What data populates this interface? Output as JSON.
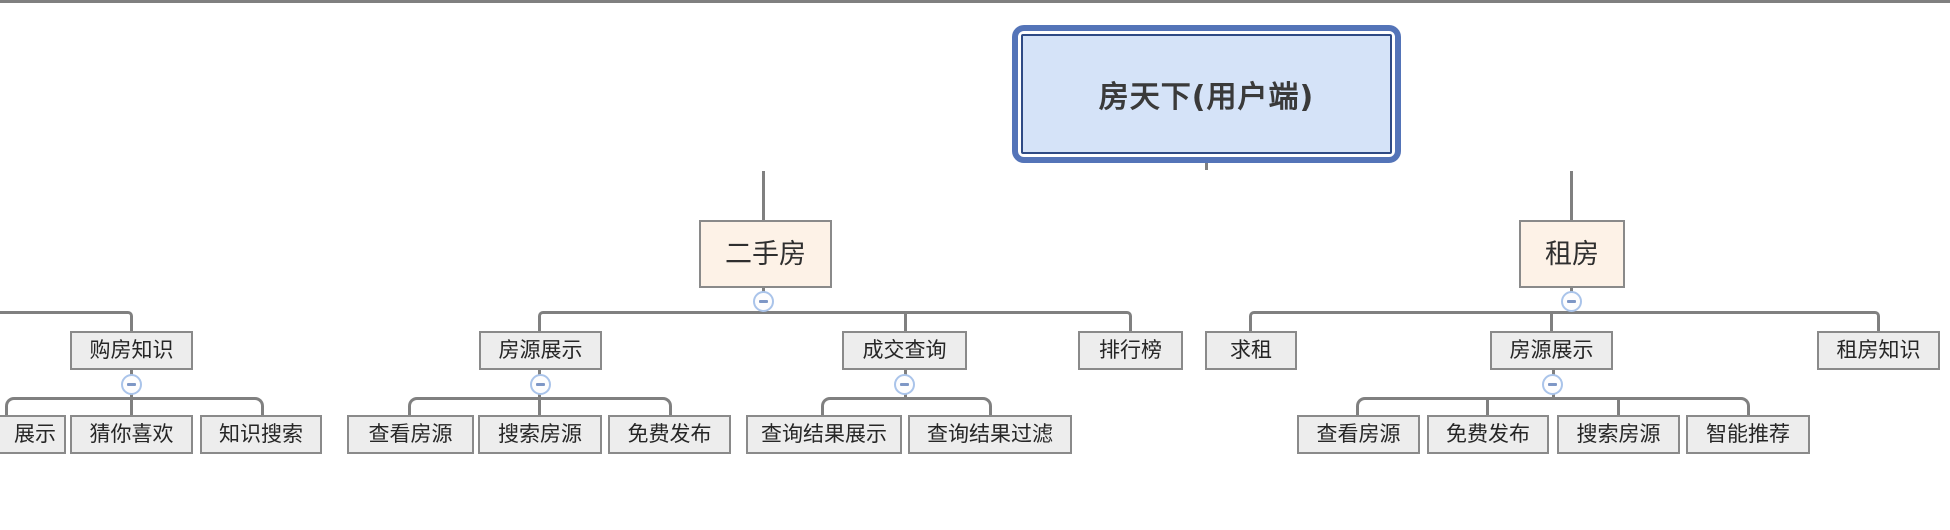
{
  "mindmap": {
    "root": {
      "label": "房天下(用户端)"
    },
    "knowledge": {
      "label": "购房知识",
      "children": [
        "展示",
        "猜你喜欢",
        "知识搜索"
      ]
    },
    "second_hand": {
      "label": "二手房",
      "children": [
        {
          "label": "房源展示",
          "children": [
            "查看房源",
            "搜索房源",
            "免费发布"
          ]
        },
        {
          "label": "成交查询",
          "children": [
            "查询结果展示",
            "查询结果过滤"
          ]
        },
        {
          "label": "排行榜",
          "children": []
        }
      ]
    },
    "rent": {
      "label": "租房",
      "children": [
        {
          "label": "求租",
          "children": []
        },
        {
          "label": "房源展示",
          "children": [
            "查看房源",
            "免费发布",
            "搜索房源",
            "智能推荐"
          ]
        },
        {
          "label": "租房知识",
          "children": []
        }
      ]
    },
    "icons": {
      "collapse": "minus-in-circle"
    },
    "colors": {
      "root_fill": "#d5e3f8",
      "root_border": "#5474b8",
      "root_inner_border": "#2e4a85",
      "branch_fill": "#fdf2e7",
      "node_fill": "#ededed",
      "node_border": "#8a8a8a",
      "connector": "#808080",
      "icon_border": "#aac4ea",
      "icon_minus": "#7e97c6"
    }
  }
}
